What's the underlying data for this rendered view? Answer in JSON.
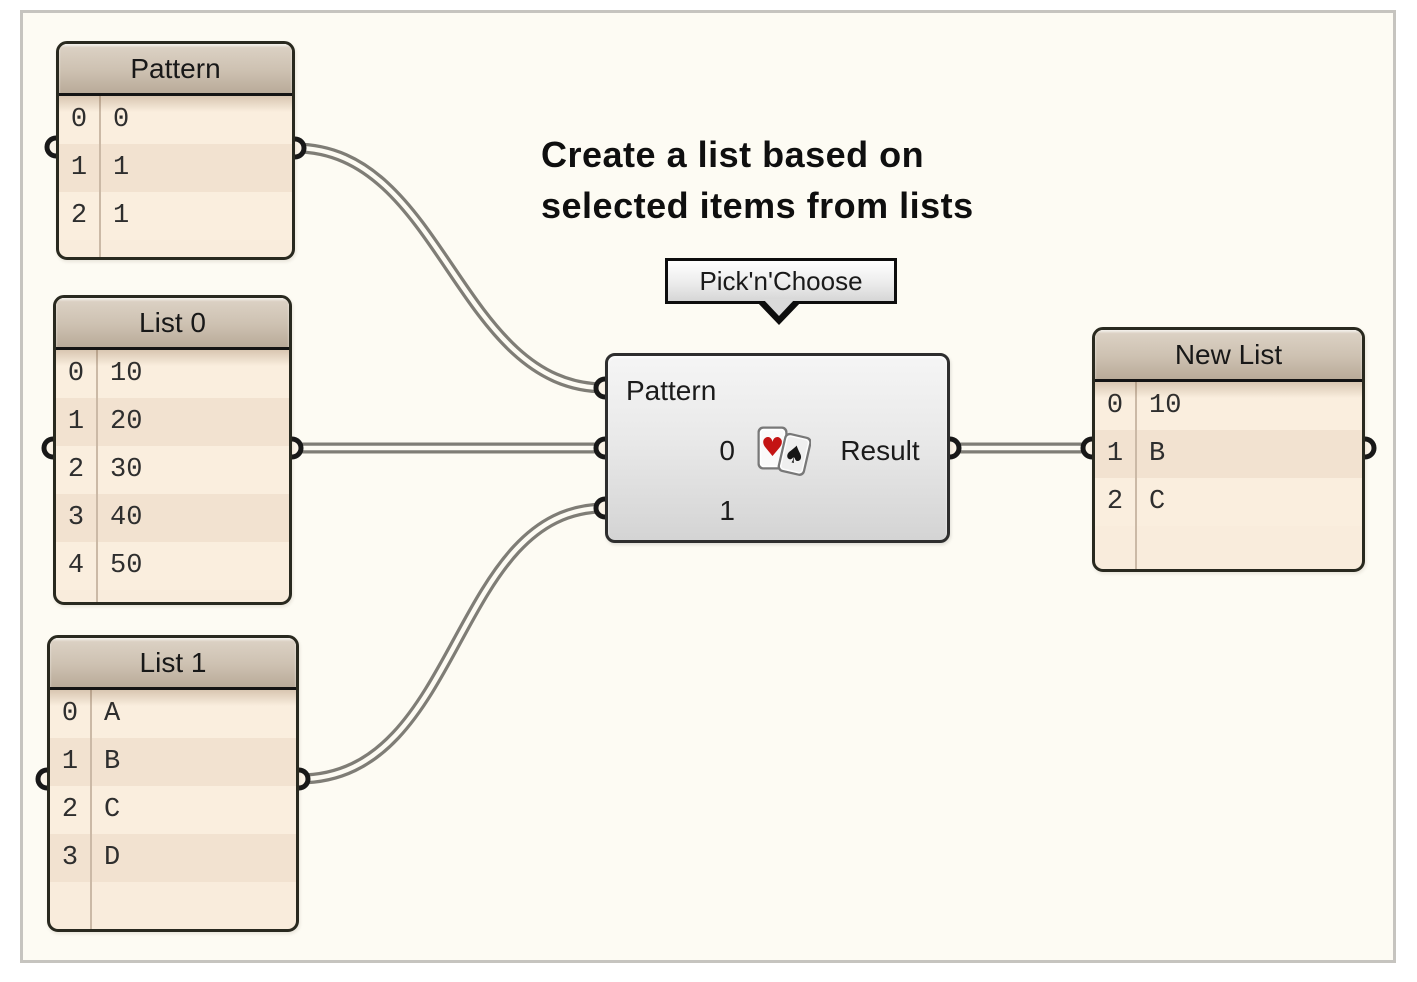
{
  "title": {
    "line1": "Create a list based on",
    "line2": "selected items from lists"
  },
  "tooltip": {
    "label": "Pick'n'Choose"
  },
  "component": {
    "name": "Pick'n'Choose",
    "icon": "playing-cards-icon",
    "icon_suits": [
      "heart",
      "spade"
    ],
    "inputs": [
      {
        "label": "Pattern"
      },
      {
        "label": "0"
      },
      {
        "label": "1"
      }
    ],
    "output": {
      "label": "Result"
    }
  },
  "panels": {
    "pattern": {
      "title": "Pattern",
      "rows": [
        {
          "i": "0",
          "v": "0"
        },
        {
          "i": "1",
          "v": "1"
        },
        {
          "i": "2",
          "v": "1"
        }
      ]
    },
    "list0": {
      "title": "List 0",
      "rows": [
        {
          "i": "0",
          "v": "10"
        },
        {
          "i": "1",
          "v": "20"
        },
        {
          "i": "2",
          "v": "30"
        },
        {
          "i": "3",
          "v": "40"
        },
        {
          "i": "4",
          "v": "50"
        }
      ]
    },
    "list1": {
      "title": "List 1",
      "rows": [
        {
          "i": "0",
          "v": "A"
        },
        {
          "i": "1",
          "v": "B"
        },
        {
          "i": "2",
          "v": "C"
        },
        {
          "i": "3",
          "v": "D"
        }
      ]
    },
    "newlist": {
      "title": "New List",
      "rows": [
        {
          "i": "0",
          "v": "10"
        },
        {
          "i": "1",
          "v": "B"
        },
        {
          "i": "2",
          "v": "C"
        }
      ]
    }
  },
  "colors": {
    "canvas_background": "#fdfbf3",
    "canvas_border": "#c6c4bf",
    "panel_header": "#c4b7a6",
    "panel_body": "#f9ecdc",
    "panel_row_alt": "#f2e2d0",
    "component_body": "#e2e2e2",
    "wire": "#7f7d76",
    "heart_red": "#c41414",
    "spade_black": "#161616"
  }
}
